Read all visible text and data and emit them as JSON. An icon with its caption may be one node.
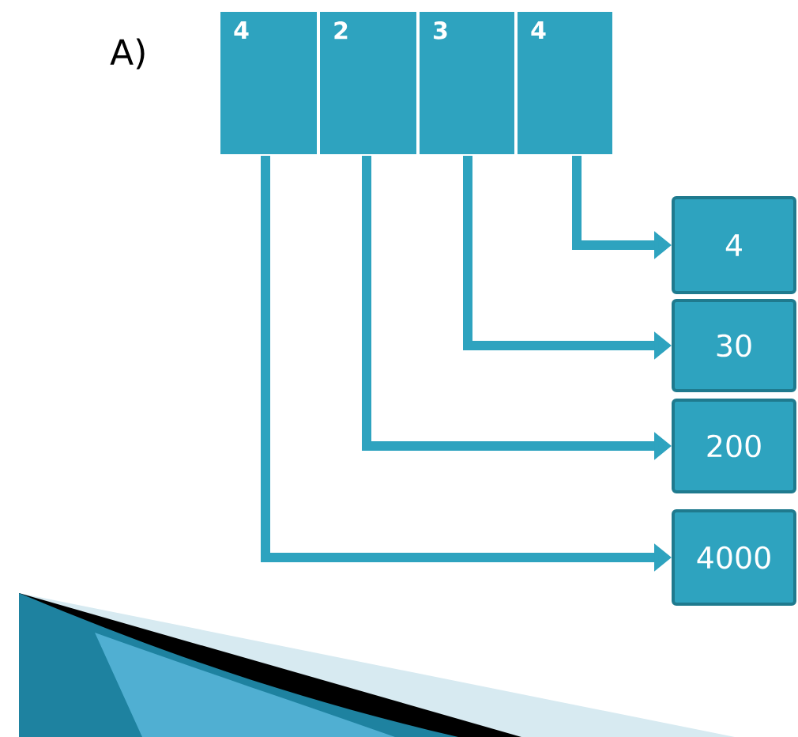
{
  "diagram": {
    "nodes": [
      {
        "text": [
          "4"
        ]
      },
      {
        "text": [
          "2"
        ]
      },
      {
        "text": [
          "3"
        ]
      },
      {
        "text": [
          "4"
        ]
      },
      {
        "text": [
          "4"
        ]
      },
      {
        "text": [
          "30"
        ]
      },
      {
        "text": [
          "200"
        ]
      },
      {
        "text": [
          "4000"
        ]
      }
    ],
    "edges": [
      {
        "from": 3,
        "to": 4,
        "arrow": "to"
      },
      {
        "from": 2,
        "to": 5,
        "arrow": "to"
      },
      {
        "from": 1,
        "to": 6,
        "arrow": "to"
      },
      {
        "from": 0,
        "to": 7,
        "arrow": "to"
      }
    ],
    "labels": [
      "A)"
    ]
  }
}
